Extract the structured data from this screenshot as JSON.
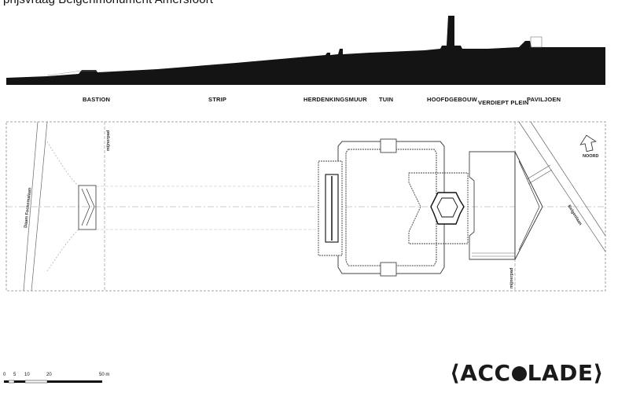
{
  "title": "prijsvraag Belgenmonument Amersfoort",
  "zones": [
    "BASTION",
    "STRIP",
    "HERDENKINGSMUUR",
    "TUIN",
    "HOOFDGEBOUW",
    "VERDIEPT PLEIN",
    "PAVILJOEN"
  ],
  "plan_labels": {
    "road_left": "Daam Fockemalaan",
    "road_right": "Belgenlaan",
    "mijnerpad_top": "mijnerpad",
    "mijnerpad_bottom": "mijnerpad",
    "north": "NOORD"
  },
  "scale": {
    "ticks": [
      "0",
      "5",
      "10",
      "20",
      "50 m"
    ]
  },
  "logo": {
    "left": "ACC",
    "right": "LADE"
  }
}
